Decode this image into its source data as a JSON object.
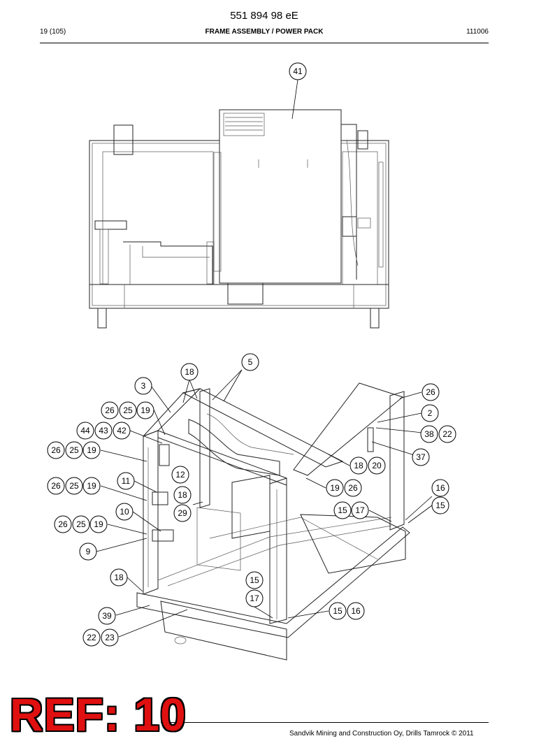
{
  "header": {
    "doc_number": "551 894 98 eE",
    "page": "19 (105)",
    "title": "FRAME ASSEMBLY / POWER PACK",
    "code": "111006"
  },
  "footer": {
    "copyright": "Sandvik Mining and Construction Oy, Drills Tamrock © 2011",
    "ref_stamp": "REF: 10"
  },
  "top_view_balloons": [
    "41"
  ],
  "iso_view_balloons": [
    "5",
    "18",
    "3",
    "26",
    "25",
    "19",
    "26",
    "2",
    "44",
    "43",
    "42",
    "38",
    "22",
    "26",
    "25",
    "19",
    "37",
    "12",
    "18",
    "20",
    "11",
    "26",
    "25",
    "19",
    "19",
    "26",
    "16",
    "18",
    "29",
    "15",
    "17",
    "15",
    "10",
    "26",
    "25",
    "19",
    "9",
    "18",
    "15",
    "17",
    "39",
    "15",
    "16",
    "22",
    "23"
  ]
}
